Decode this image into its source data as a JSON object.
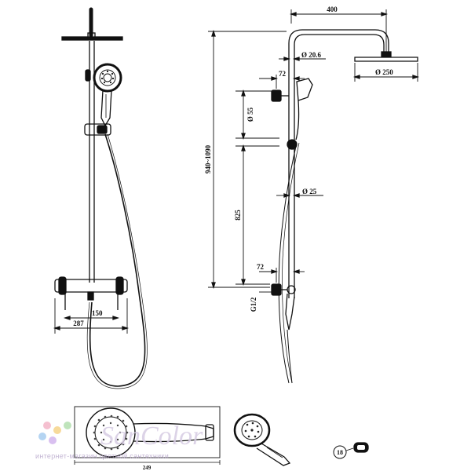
{
  "drawing": {
    "dimensions": {
      "head_reach": "400",
      "pipe_diameter": "Ø 20.6",
      "head_diameter": "Ø 250",
      "holder_offset_top": "72",
      "handshower_diameter": "Ø 55",
      "height_range": "940~1090",
      "rail_length": "825",
      "rail_diameter": "Ø 25",
      "holder_offset_bottom": "72",
      "inlet_thread": "G1/2",
      "mixer_width": "287",
      "inlet_spacing": "150",
      "handshower_length": "249",
      "part_number": "18"
    },
    "watermark": {
      "logo": "SanColor",
      "caption": "интернет-магазин цветной сантехники",
      "dot_colors": [
        "#f4b6c8",
        "#f6d48a",
        "#b4e0b0",
        "#a8cdf0",
        "#d3b6ee"
      ]
    }
  }
}
